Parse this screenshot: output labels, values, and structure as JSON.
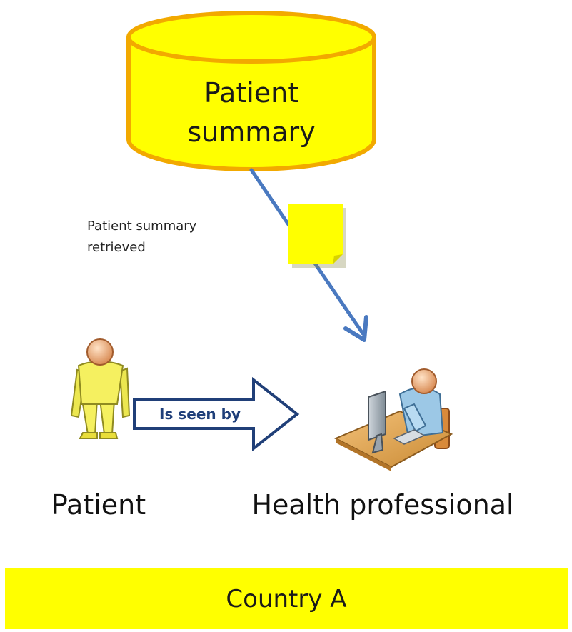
{
  "database": {
    "line1": "Patient",
    "line2": "summary"
  },
  "flow": {
    "line1": "Patient summary",
    "line2": "retrieved"
  },
  "relation": {
    "label": "Is seen by"
  },
  "actors": {
    "patient": "Patient",
    "professional": "Health professional"
  },
  "country": {
    "label": "Country A"
  },
  "colors": {
    "yellow": "#ffff00",
    "db_outline": "#f2a900",
    "arrow_blue": "#4a79c0",
    "arrow_outline": "#203f78",
    "patient_body": "#f5f060",
    "professional_body": "#9cc8e6"
  }
}
